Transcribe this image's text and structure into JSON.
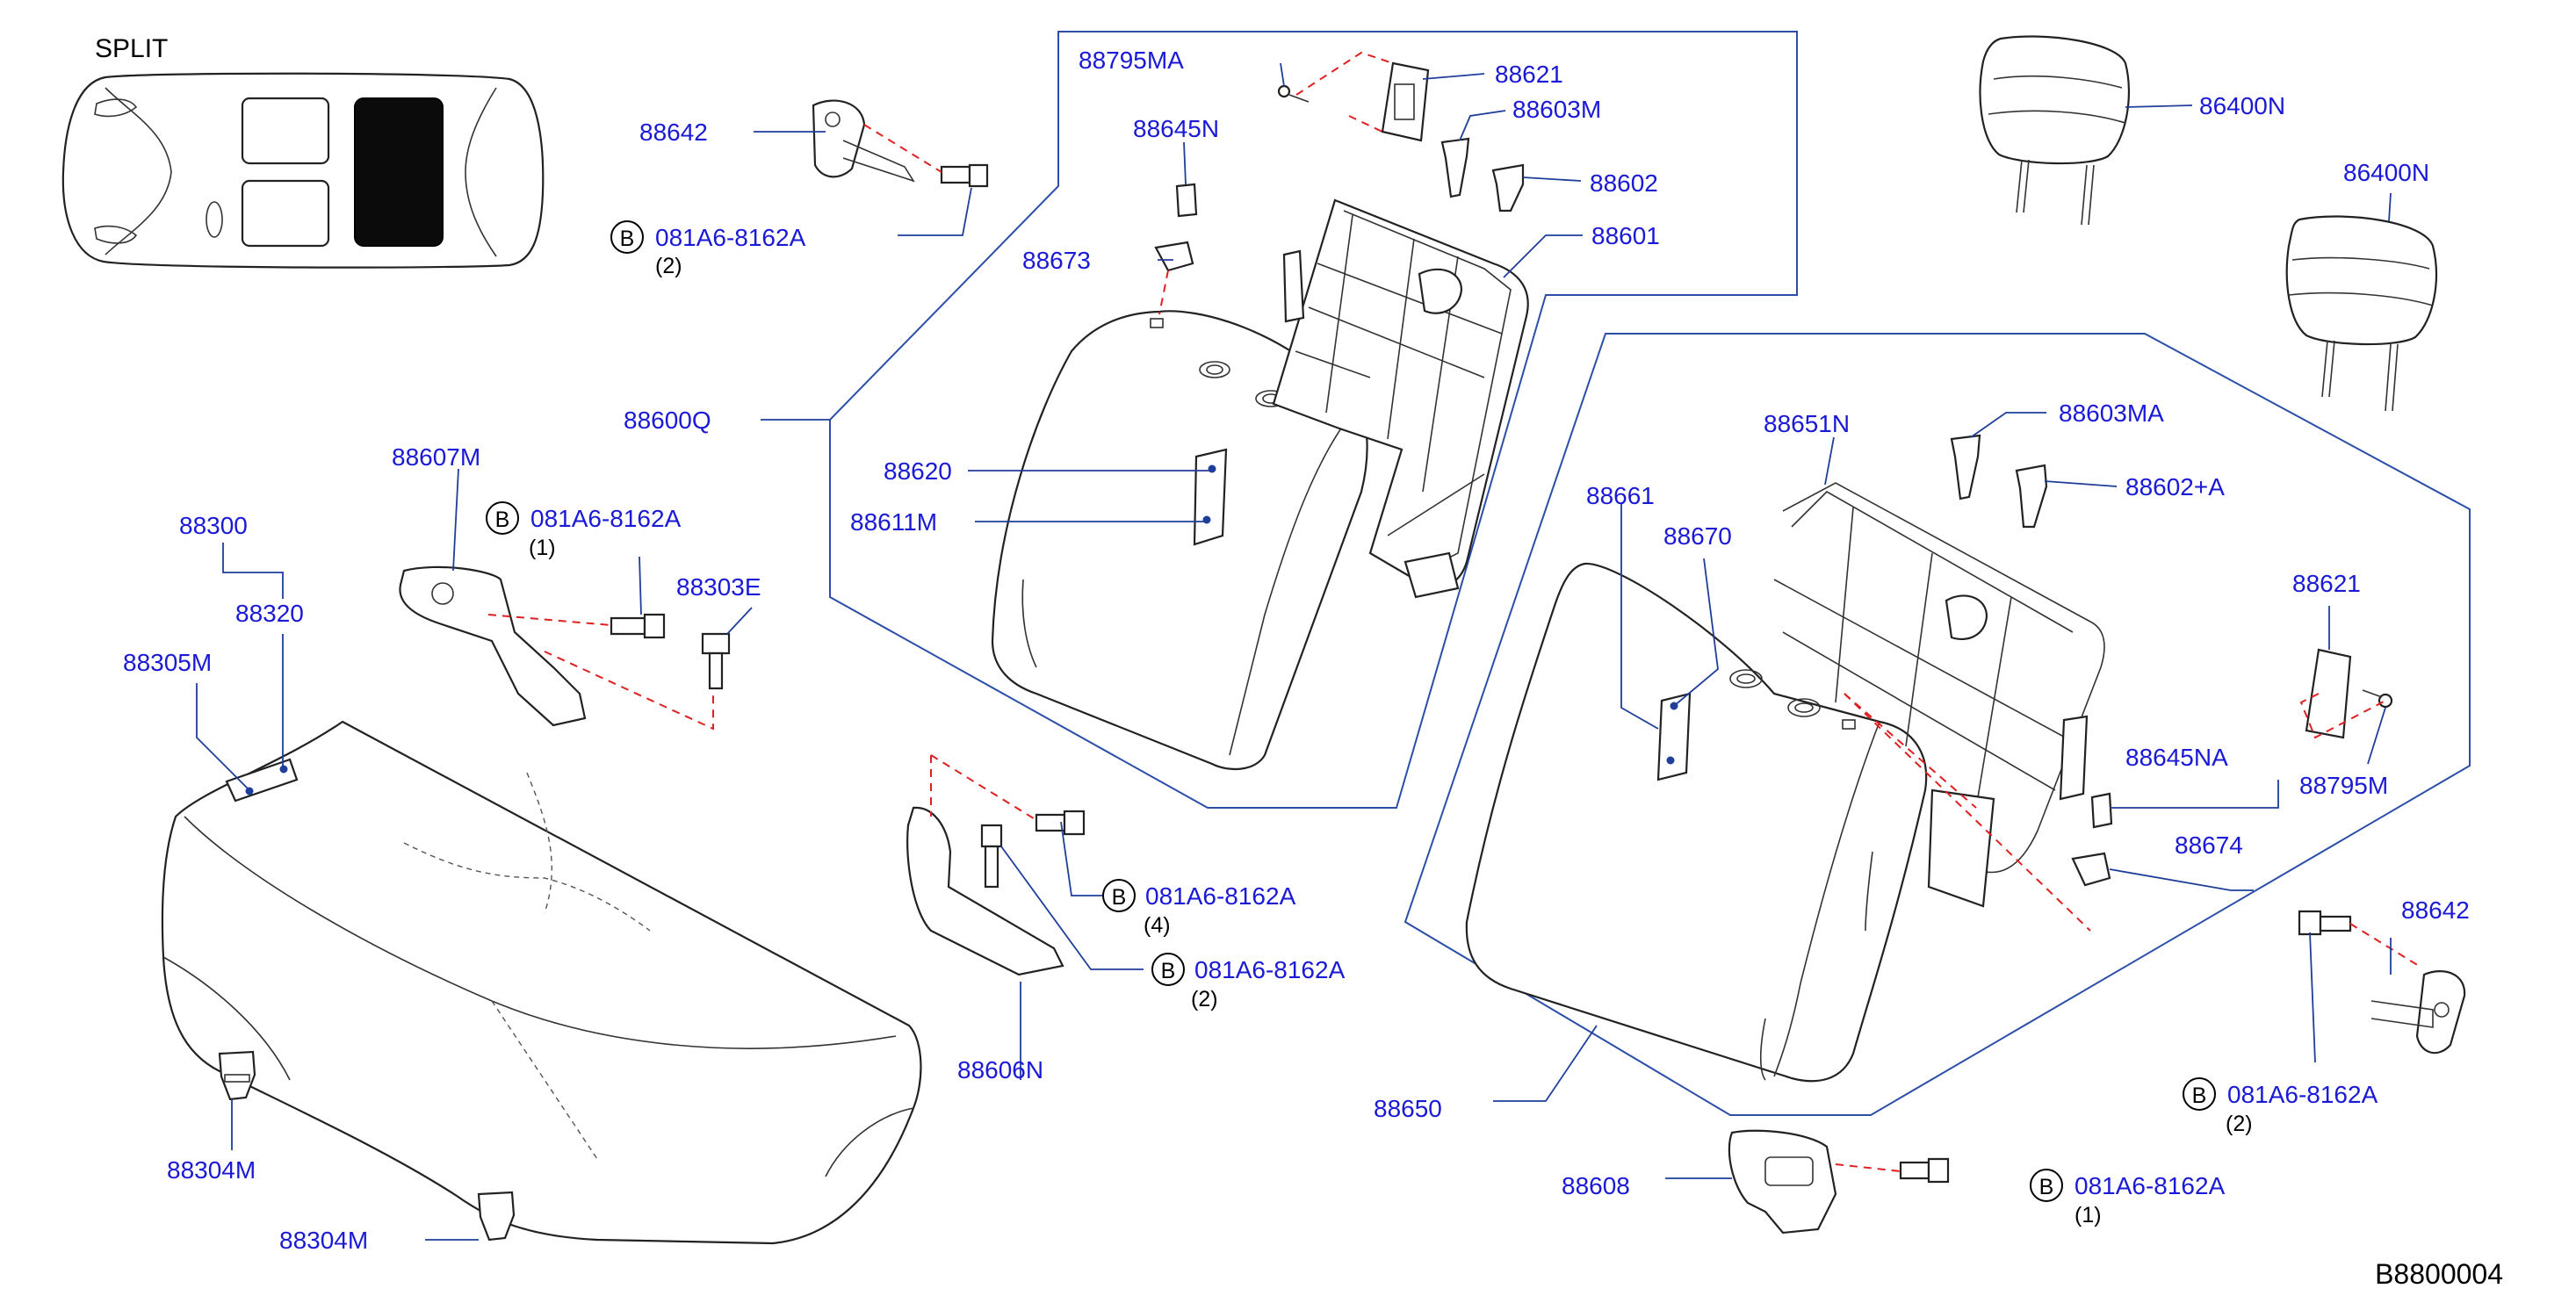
{
  "header": {
    "view_label": "SPLIT"
  },
  "diagram_code": "B8800004",
  "bolt_prefix": "B",
  "parts": {
    "p88795MA": "88795MA",
    "p88621_top": "88621",
    "p88603M": "88603M",
    "p88602": "88602",
    "p88645N": "88645N",
    "p88673": "88673",
    "p88601": "88601",
    "p88642_top": "88642",
    "b081_top": "081A6-8162A",
    "b081_top_qty": "(2)",
    "p88600Q": "88600Q",
    "p88620": "88620",
    "p88611M": "88611M",
    "p88607M": "88607M",
    "b081_607": "081A6-8162A",
    "b081_607_qty": "(1)",
    "p88303E": "88303E",
    "p88300": "88300",
    "p88320": "88320",
    "p88305M": "88305M",
    "b081_606a": "081A6-8162A",
    "b081_606a_qty": "(4)",
    "b081_606b": "081A6-8162A",
    "b081_606b_qty": "(2)",
    "p88606N": "88606N",
    "p88304M_a": "88304M",
    "p88304M_b": "88304M",
    "p86400N_a": "86400N",
    "p86400N_b": "86400N",
    "p88651N": "88651N",
    "p88603MA": "88603MA",
    "p88602A": "88602+A",
    "p88661": "88661",
    "p88670": "88670",
    "p88621_right": "88621",
    "p88795M": "88795M",
    "p88645NA": "88645NA",
    "p88674": "88674",
    "p88642_right": "88642",
    "b081_right": "081A6-8162A",
    "b081_right_qty": "(2)",
    "p88650": "88650",
    "p88608": "88608",
    "b081_608": "081A6-8162A",
    "b081_608_qty": "(1)"
  }
}
